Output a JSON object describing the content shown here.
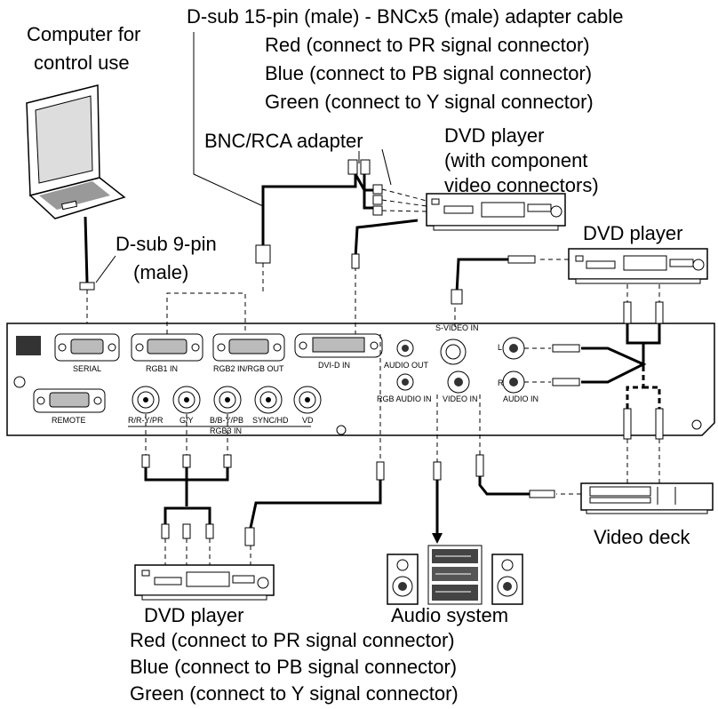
{
  "top_cable": {
    "title": "D-sub 15-pin (male) - BNCx5 (male) adapter cable",
    "red": "Red (connect to PR signal connector)",
    "blue": "Blue (connect to PB signal connector)",
    "green": "Green (connect to Y signal connector)"
  },
  "computer_label": [
    "Computer for",
    "control use"
  ],
  "dsub9_label": [
    "D-sub 9-pin",
    "(male)"
  ],
  "bnc_rca_label": "BNC/RCA adapter",
  "dvd_component_label": [
    "DVD player",
    "(with component",
    "video connectors)"
  ],
  "dvd_right_label": "DVD player",
  "video_deck_label": "Video deck",
  "dvd_bottom_label": "DVD player",
  "audio_system_label": "Audio system",
  "bottom_cable": {
    "red": "Red (connect to PR signal connector)",
    "blue": "Blue (connect to PB signal connector)",
    "green": "Green (connect to Y signal connector)"
  },
  "panel": {
    "serial": "SERIAL",
    "rgb1": "RGB1 IN",
    "rgb2": "RGB2 IN/RGB OUT",
    "dvi": "DVI-D  IN",
    "audio_out": "AUDIO OUT",
    "rgb_audio_in": "RGB AUDIO IN",
    "svideo_in": "S-VIDEO IN",
    "video_in": "VIDEO IN",
    "audio_in": "AUDIO IN",
    "l": "L",
    "r": "R",
    "remote": "REMOTE",
    "bnc_labels": [
      "R/R-Y/PR",
      "G/Y",
      "B/B-Y/PB",
      "SYNC/HD",
      "VD"
    ],
    "rgb3": "RGB3 IN"
  }
}
